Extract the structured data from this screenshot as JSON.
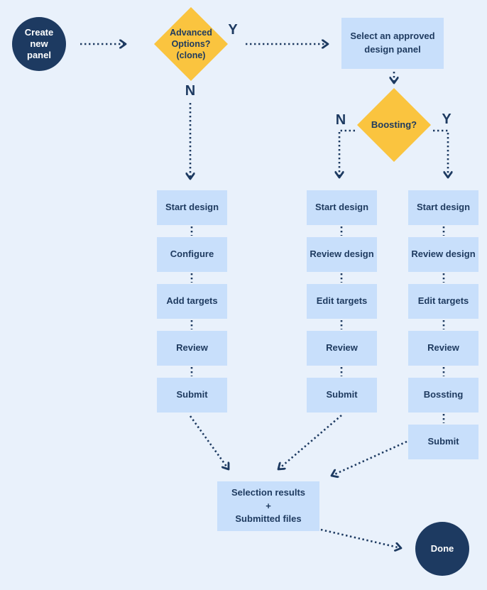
{
  "palette": {
    "bg": "#e9f1fb",
    "node_fill": "#c8dffb",
    "diamond_fill": "#fac43f",
    "navy": "#1d3a61",
    "on_dark": "#ffffff"
  },
  "flowchart": {
    "start": {
      "label": "Create new panel"
    },
    "decision_advanced": {
      "label": "Advanced Options? (clone)",
      "yes_label": "Y",
      "no_label": "N"
    },
    "select_panel": {
      "label": "Select an approved design panel"
    },
    "decision_boosting": {
      "label": "Boosting?",
      "yes_label": "Y",
      "no_label": "N"
    },
    "columns": [
      {
        "name": "advanced-no",
        "steps": [
          "Start design",
          "Configure",
          "Add targets",
          "Review",
          "Submit"
        ]
      },
      {
        "name": "boosting-no",
        "steps": [
          "Start design",
          "Review design",
          "Edit targets",
          "Review",
          "Submit"
        ]
      },
      {
        "name": "boosting-yes",
        "steps": [
          "Start design",
          "Review design",
          "Edit targets",
          "Review",
          "Bossting",
          "Submit"
        ]
      }
    ],
    "results": {
      "lines": [
        "Selection results",
        "+",
        "Submitted files"
      ]
    },
    "end": {
      "label": "Done"
    }
  }
}
